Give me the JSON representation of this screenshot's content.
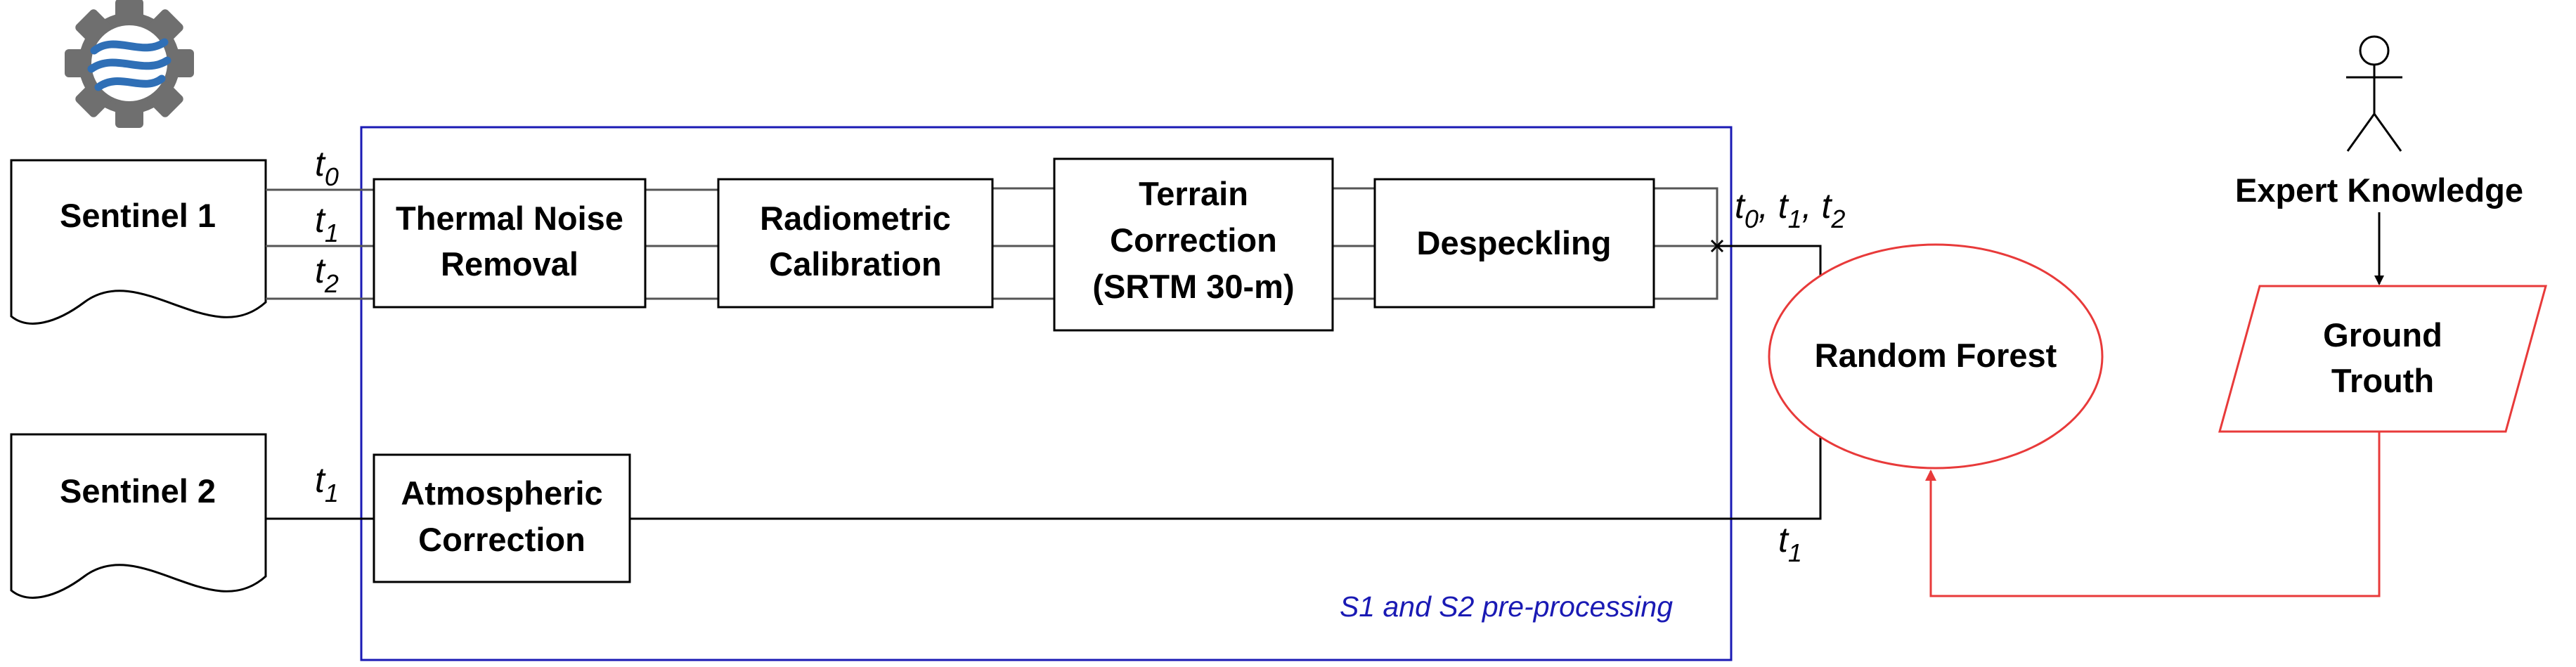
{
  "sources": {
    "s1": {
      "label": "Sentinel 1"
    },
    "s2": {
      "label": "Sentinel 2"
    }
  },
  "time_labels": {
    "t0": {
      "base": "t",
      "sub": "0"
    },
    "t1": {
      "base": "t",
      "sub": "1"
    },
    "t2": {
      "base": "t",
      "sub": "2"
    },
    "t1_s2": {
      "base": "t",
      "sub": "1"
    },
    "t1_out": {
      "base": "t",
      "sub": "1"
    },
    "combined": [
      {
        "base": "t",
        "sub": "0",
        "sep": ", "
      },
      {
        "base": "t",
        "sub": "1",
        "sep": ", "
      },
      {
        "base": "t",
        "sub": "2",
        "sep": ""
      }
    ]
  },
  "steps": {
    "thermal": {
      "line1": "Thermal Noise",
      "line2": "Removal"
    },
    "radiometric": {
      "line1": "Radiometric",
      "line2": "Calibration"
    },
    "terrain": {
      "line1": "Terrain",
      "line2": "Correction",
      "line3": "(SRTM 30-m)"
    },
    "despeckling": {
      "line1": "Despeckling"
    },
    "atmospheric": {
      "line1": "Atmospheric",
      "line2": "Correction"
    }
  },
  "classifier": {
    "label": "Random Forest"
  },
  "expert": {
    "label": "Expert Knowledge"
  },
  "ground_truth": {
    "line1": "Ground",
    "line2": "Trouth"
  },
  "group_label": "S1 and S2 pre-processing",
  "logo": {
    "icon": "earth-engine-gear-icon"
  },
  "colors": {
    "group_border": "#1a1ab4",
    "group_text": "#1a1ab4",
    "classifier_border": "#e83a3a",
    "feedback_arrow": "#e83a3a",
    "logo_gear": "#6f6f6f",
    "logo_wave": "#2f6fb6"
  }
}
